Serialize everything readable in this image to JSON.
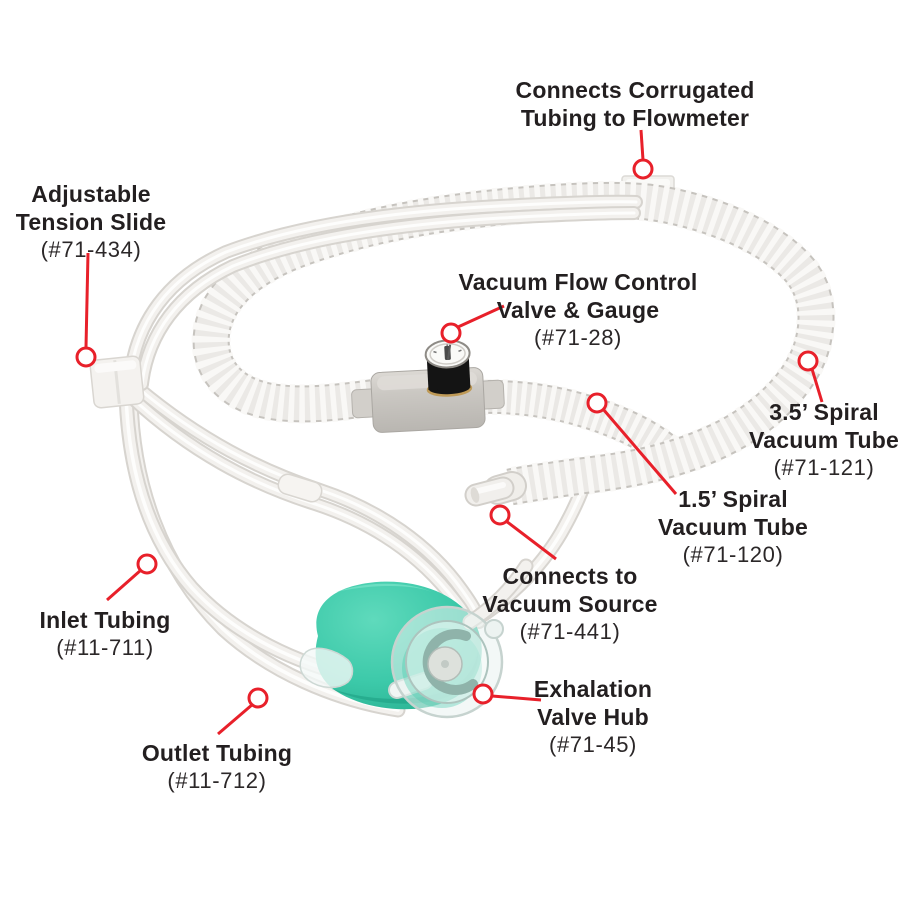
{
  "diagram": {
    "type": "labeled-product-diagram",
    "subject": "mask vacuum scavenging tubing circuit"
  },
  "labels": [
    {
      "id": "connects-flowmeter",
      "line1": "Connects Corrugated",
      "line2": "Tubing to Flowmeter",
      "part": ""
    },
    {
      "id": "adjustable-tension-slide",
      "line1": "Adjustable",
      "line2": "Tension Slide",
      "part": "(#71-434)"
    },
    {
      "id": "vacuum-flow-control",
      "line1": "Vacuum Flow Control",
      "line2": "Valve & Gauge",
      "part": "(#71-28)"
    },
    {
      "id": "spiral-vacuum-tube-35",
      "line1": "3.5’ Spiral",
      "line2": "Vacuum Tube",
      "part": "(#71-121)"
    },
    {
      "id": "spiral-vacuum-tube-15",
      "line1": "1.5’ Spiral",
      "line2": "Vacuum Tube",
      "part": "(#71-120)"
    },
    {
      "id": "connects-vacuum-source",
      "line1": "Connects to",
      "line2": "Vacuum Source",
      "part": "(#71-441)"
    },
    {
      "id": "inlet-tubing",
      "line1": "Inlet Tubing",
      "line2": "",
      "part": "(#11-711)"
    },
    {
      "id": "outlet-tubing",
      "line1": "Outlet Tubing",
      "line2": "",
      "part": "(#11-712)"
    },
    {
      "id": "exhalation-valve-hub",
      "line1": "Exhalation",
      "line2": "Valve Hub",
      "part": "(#71-45)"
    }
  ],
  "colors": {
    "leader_red": "#e8202a",
    "text": "#231f20",
    "mask_teal": "#3cc9a9",
    "valve_gray": "#c9c6c1",
    "tube_white": "#f3f1ee",
    "background": "#ffffff"
  }
}
